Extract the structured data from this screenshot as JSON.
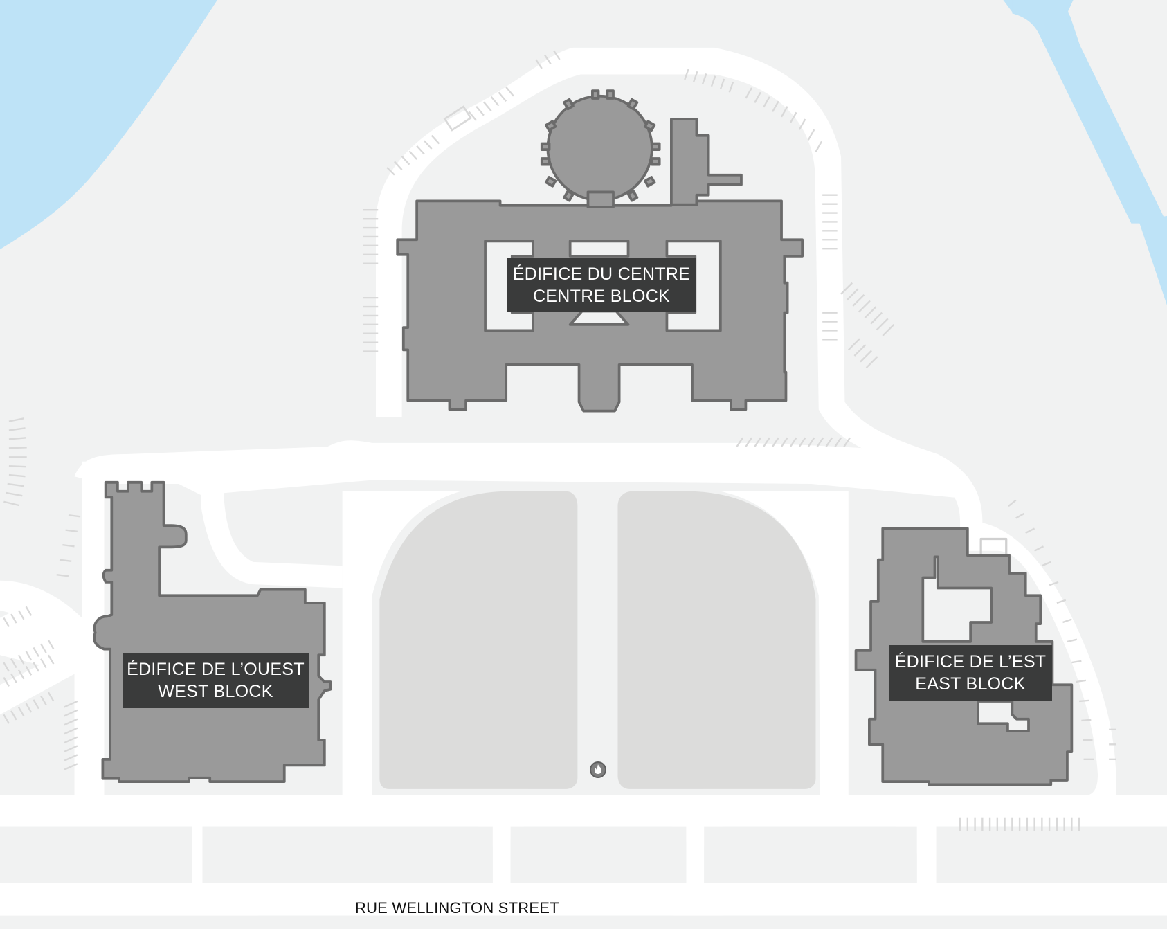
{
  "map": {
    "colors": {
      "water": "#bee3f7",
      "ground": "#f1f2f2",
      "road": "#ffffff",
      "lawn": "#dcdcdb",
      "building_fill": "#9a9a9a",
      "building_stroke": "#6b6b6b",
      "label_bg": "#3a3b3b",
      "label_text": "#ffffff",
      "street_text": "#111111"
    },
    "buildings": [
      {
        "id": "centre",
        "label_fr": "ÉDIFICE DU CENTRE",
        "label_en": "CENTRE BLOCK"
      },
      {
        "id": "west",
        "label_fr": "ÉDIFICE DE L’OUEST",
        "label_en": "WEST BLOCK"
      },
      {
        "id": "east",
        "label_fr": "ÉDIFICE DE L’EST",
        "label_en": "EAST BLOCK"
      }
    ],
    "streets": [
      {
        "label": "RUE WELLINGTON STREET"
      }
    ],
    "pois": [
      {
        "icon": "flame-icon",
        "glyph": "🔥",
        "name": "centennial-flame"
      }
    ]
  }
}
